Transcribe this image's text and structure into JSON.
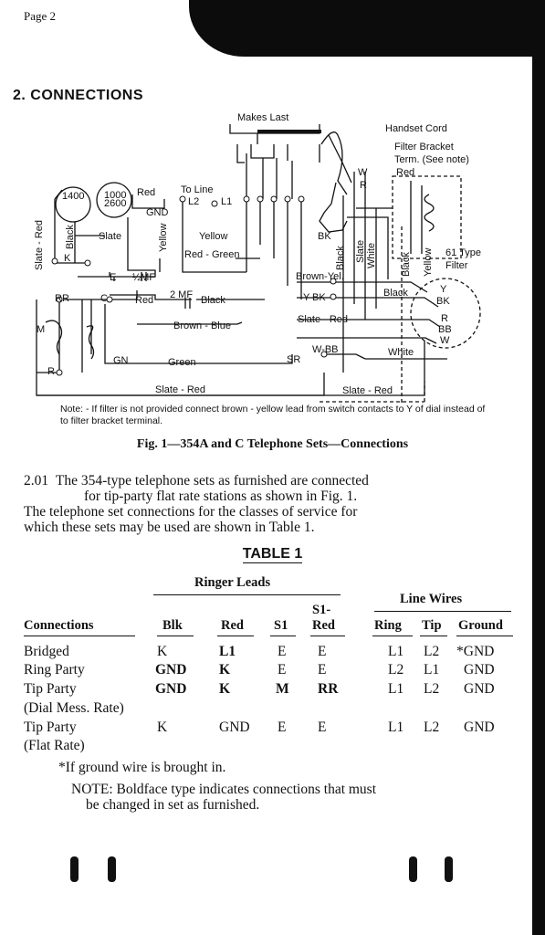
{
  "page_label": "Page 2",
  "section_heading": "2. CONNECTIONS",
  "diagram_labels": {
    "makes_last": "Makes Last",
    "handset_cord": "Handset Cord",
    "filter_bracket_1": "Filter Bracket",
    "filter_bracket_2": "Term. (See note)",
    "red_top": "Red",
    "filter_type_1": "61 Type",
    "filter_type_2": "Filter",
    "w": "W",
    "r": "R",
    "to_line": "To Line",
    "l2": "L2",
    "l1": "L1",
    "red_ringer": "Red",
    "gnd": "GND",
    "slate_red_v": "Slate - Red",
    "black_v": "Black",
    "yellow_v": "Yellow",
    "slate": "Slate",
    "k": "K",
    "e": "E",
    "half_mf": "½MF",
    "yellow": "Yellow",
    "red_green": "Red - Green",
    "bk": "BK",
    "black_v2": "Black",
    "white_v": "White",
    "black_v3": "Black",
    "yellow_v2": "Yellow",
    "slate_v": "Slate",
    "brown_yel": "Brown-Yel.",
    "y_bk": "Y-BK",
    "black_right": "Black",
    "slate_red_mid": "Slate - Red",
    "w_bb": "W-BB",
    "white_right": "White",
    "sr": "SR",
    "rr": "RR",
    "c": "C",
    "red_cap": "Red",
    "two_mf": "2 MF",
    "black_cap": "Black",
    "m": "M",
    "r_coil": "R",
    "brown_blue": "Brown - Blue",
    "gn": "GN",
    "green": "Green",
    "slate_red_bottom1": "Slate - Red",
    "slate_red_bottom2": "Slate - Red",
    "y_dial": "Y",
    "bk_dial": "BK",
    "r_dial": "R",
    "bb_dial": "BB",
    "w_dial": "W",
    "ringer_small_1": "1400",
    "ringer_small_2": "1000",
    "ringer_small_3": "2600"
  },
  "note": "Note: - If filter is not provided connect brown - yellow lead from switch contacts to Y of dial instead of to filter bracket terminal.",
  "figure_caption": "Fig. 1—354A and C Telephone Sets—Connections",
  "paragraph": {
    "number": "2.01",
    "line1": "The 354-type telephone sets as furnished are connected",
    "line2": "for tip-party flat rate stations as shown in Fig. 1.",
    "line3": "The telephone set connections for the classes of service for",
    "line4": "which these sets may be used are shown in Table 1."
  },
  "table_title": "TABLE 1",
  "table": {
    "group_ringer": "Ringer Leads",
    "group_line": "Line Wires",
    "headers": {
      "connections": "Connections",
      "blk": "Blk",
      "red": "Red",
      "s1": "S1",
      "s1_red_1": "S1-",
      "s1_red_2": "Red",
      "ring": "Ring",
      "tip": "Tip",
      "ground": "Ground"
    },
    "rows": [
      {
        "conn": "Bridged",
        "blk": "K",
        "red": "L1",
        "s1": "E",
        "s1red": "E",
        "ring": "L1",
        "tip": "L2",
        "ground": "*GND"
      },
      {
        "conn": "Ring Party",
        "blk": "GND",
        "red": "K",
        "s1": "E",
        "s1red": "E",
        "ring": "L2",
        "tip": "L1",
        "ground": "GND"
      },
      {
        "conn": "Tip Party",
        "conn2": "(Dial Mess. Rate)",
        "blk": "GND",
        "red": "K",
        "s1": "M",
        "s1red": "RR",
        "ring": "L1",
        "tip": "L2",
        "ground": "GND"
      },
      {
        "conn": "Tip Party",
        "conn2": "(Flat Rate)",
        "blk": "K",
        "red": "GND",
        "s1": "E",
        "s1red": "E",
        "ring": "L1",
        "tip": "L2",
        "ground": "GND"
      }
    ]
  },
  "footnote": "*If ground wire is brought in.",
  "note2_line1": "NOTE: Boldface type indicates connections that must",
  "note2_line2": "be changed in set as furnished."
}
